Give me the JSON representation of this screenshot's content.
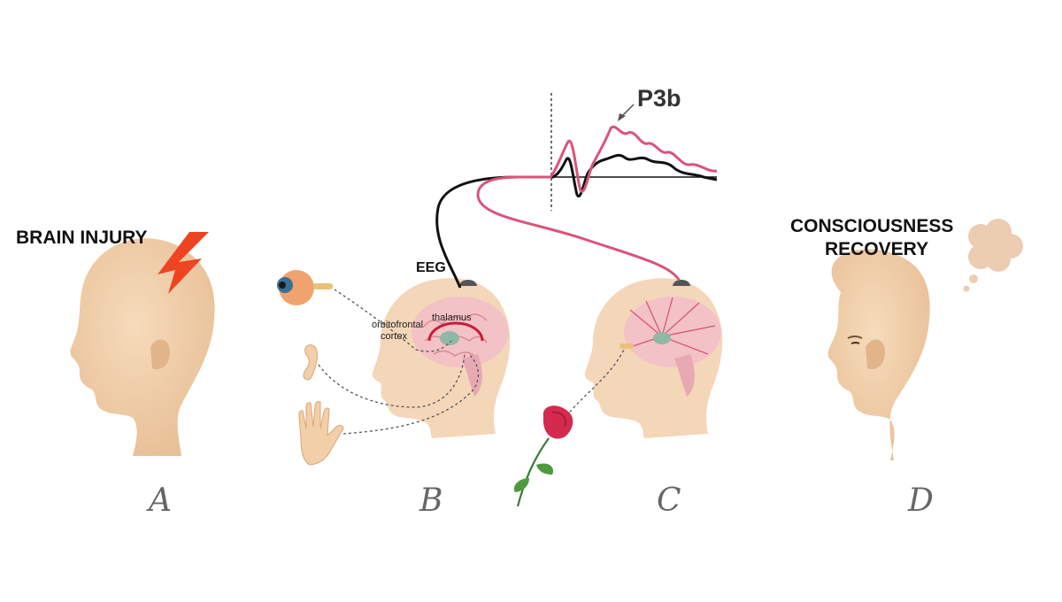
{
  "labels": {
    "brain_injury": "BRAIN INJURY",
    "consciousness_line1": "CONSCIOUSNESS",
    "consciousness_line2": "RECOVERY",
    "eeg": "EEG",
    "p3b": "P3b",
    "orbitofrontal_line1": "orbitofrontal",
    "orbitofrontal_line2": "cortex",
    "thalamus": "thalamus"
  },
  "panels": [
    "A",
    "B",
    "C",
    "D"
  ],
  "colors": {
    "skin": "#f2cfa8",
    "skin_shadow": "#e4b98f",
    "pink_trace": "#d8547a",
    "black_trace": "#111111",
    "lightning": "#ee4422",
    "brain_pink": "#f3c2c6",
    "thought_bubble": "#eccdb1"
  }
}
